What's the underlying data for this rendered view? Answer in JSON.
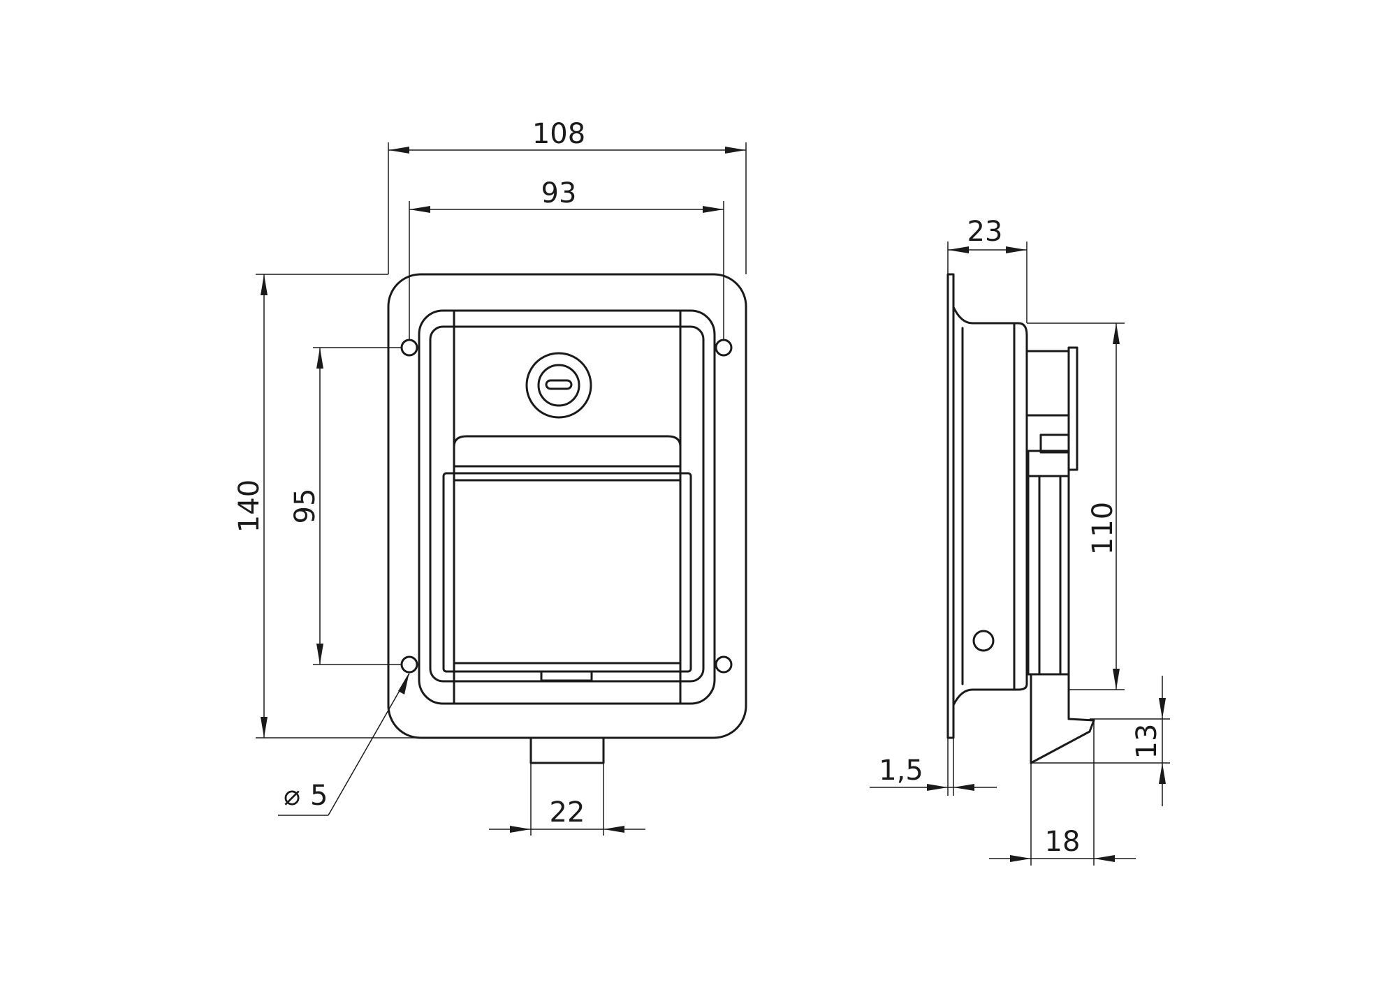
{
  "front_view": {
    "dimensions": {
      "overall_width": "108",
      "hole_spacing_width": "93",
      "overall_height": "140",
      "hole_spacing_height": "95",
      "hole_diameter_symbol": "⌀",
      "hole_diameter_value": "5",
      "latch_width": "22"
    }
  },
  "side_view": {
    "dimensions": {
      "depth": "23",
      "body_height": "110",
      "flange_thickness": "1,5",
      "latch_drop": "13",
      "latch_projection": "18"
    }
  },
  "colors": {
    "line": "#1a1a1a",
    "background": "#ffffff"
  }
}
